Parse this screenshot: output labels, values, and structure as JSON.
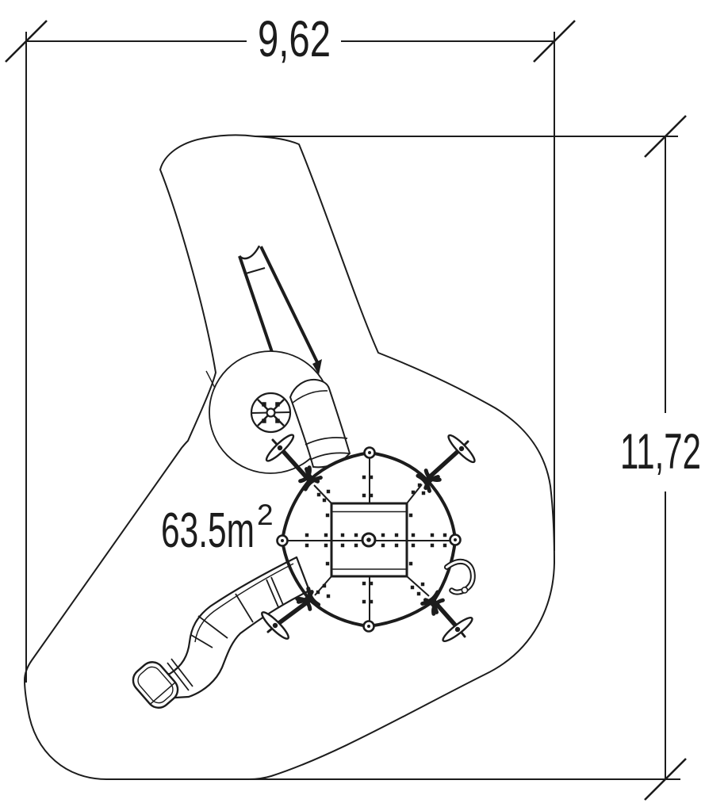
{
  "drawing": {
    "type": "playground-equipment-plan-view",
    "dimensions": {
      "width": {
        "label": "9,62"
      },
      "height": {
        "label": "11,72"
      }
    },
    "safety_area": {
      "label": "63.5m²",
      "value": "63.5m",
      "exponent": "2"
    }
  },
  "colors": {
    "line": "#1c1c1c",
    "background": "#ffffff"
  }
}
